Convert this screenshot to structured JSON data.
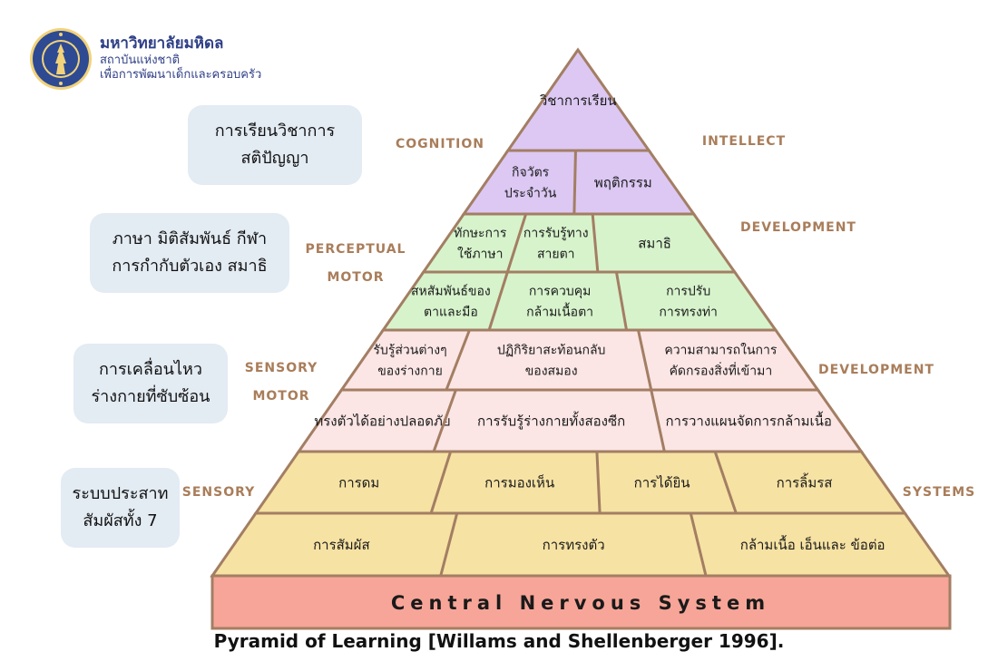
{
  "org": {
    "name": "มหาวิทยาลัยมหิดล",
    "unit_line1": "สถาบันแห่งชาติ",
    "unit_line2": "เพื่อการพัฒนาเด็กและครอบครัว"
  },
  "cards": [
    {
      "lines": [
        "การเรียนวิชาการ",
        "สติปัญญา"
      ]
    },
    {
      "lines": [
        "ภาษา มิติสัมพันธ์ กีฬา",
        "การกำกับตัวเอง สมาธิ"
      ]
    },
    {
      "lines": [
        "การเคลื่อนไหว",
        "ร่างกายที่ซับซ้อน"
      ]
    },
    {
      "lines": [
        "ระบบประสาท",
        "สัมผัสทั้ง 7"
      ]
    }
  ],
  "side_labels": {
    "cognition": "COGNITION",
    "intellect": "INTELLECT",
    "perceptual": "PERCEPTUAL",
    "motor1": "MOTOR",
    "development1": "DEVELOPMENT",
    "sensory1": "SENSORY",
    "motor2": "MOTOR",
    "development2": "DEVELOPMENT",
    "sensory2": "SENSORY",
    "systems": "SYSTEMS"
  },
  "pyramid": {
    "colors": {
      "cognition": "#dcc8f3",
      "perceptual": "#d7f3cc",
      "sensory_motor": "#fbe6e5",
      "sensory_systems": "#f6e2a3",
      "base": "#f7a598",
      "border": "#a37e63"
    },
    "levels": [
      {
        "key": "cognition",
        "cells": [
          [
            "วิชาการเรียน"
          ]
        ]
      },
      {
        "key": "cognition",
        "cells": [
          [
            "กิจวัตร",
            "ประจำวัน"
          ],
          [
            "พฤติกรรม"
          ]
        ]
      },
      {
        "key": "perceptual",
        "cells": [
          [
            "ทักษะการ",
            "ใช้ภาษา"
          ],
          [
            "การรับรู้ทาง",
            "สายตา"
          ],
          [
            "สมาธิ"
          ]
        ]
      },
      {
        "key": "perceptual",
        "cells": [
          [
            "สหสัมพันธ์ของ",
            "ตาและมือ"
          ],
          [
            "การควบคุม",
            "กล้ามเนื้อตา"
          ],
          [
            "การปรับ",
            "การทรงท่า"
          ]
        ]
      },
      {
        "key": "sensory_motor",
        "cells": [
          [
            "รับรู้ส่วนต่างๆ",
            "ของร่างกาย"
          ],
          [
            "ปฏิกิริยาสะท้อนกลับ",
            "ของสมอง"
          ],
          [
            "ความสามารถในการ",
            "คัดกรองสิ่งที่เข้ามา"
          ]
        ]
      },
      {
        "key": "sensory_motor",
        "cells": [
          [
            "ทรงตัวได้อย่างปลอดภัย"
          ],
          [
            "การรับรู้ร่างกายทั้งสองซีก"
          ],
          [
            "การวางแผนจัดการกล้ามเนื้อ"
          ]
        ]
      },
      {
        "key": "sensory_systems",
        "cells": [
          [
            "การดม"
          ],
          [
            "การมองเห็น"
          ],
          [
            "การได้ยิน"
          ],
          [
            "การลิ้มรส"
          ]
        ]
      },
      {
        "key": "sensory_systems",
        "cells": [
          [
            "การสัมผัส"
          ],
          [
            "การทรงตัว"
          ],
          [
            "กล้ามเนื้อ เอ็นและ ข้อต่อ"
          ]
        ]
      }
    ],
    "base_text": "Central Nervous System"
  },
  "caption": "Pyramid of Learning [Willams and Shellenberger 1996]."
}
